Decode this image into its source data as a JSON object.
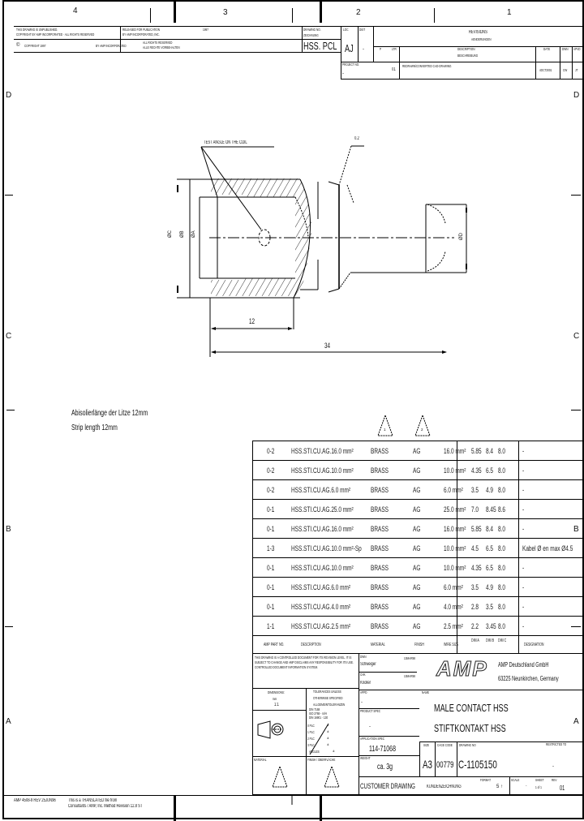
{
  "sheet": {
    "zone_columns": [
      "4",
      "3",
      "2",
      "1"
    ],
    "zone_rows_left": [
      "D",
      "C",
      "B",
      "A"
    ],
    "zone_rows_right": [
      "D",
      "C",
      "B",
      "A"
    ]
  },
  "header_block": {
    "notice_line1": "THIS DRAWING IS UNPUBLISHED.",
    "notice_line2": "COPYRIGHT BY AMP INCORPORATED - ALL RIGHTS RESERVED",
    "released_line1": "RELEASED FOR PUBLICATION",
    "released_line2": "BY AMP INCORPORATED, INC.",
    "released_year": "1997",
    "copyright_label": "COPYRIGHT 1997",
    "by_label": "BY AMP INCORPORATED",
    "rights_line1": "ALL RIGHTS RESERVED",
    "rights_line2": "ALLE RECHTE VORBEHALTEN",
    "drawing_label_1": "DRAWING NO.",
    "drawing_label_2": "ZEICHNUNG",
    "drawing_code": "HSS. PCL"
  },
  "revisions": {
    "loc_label": "LOC",
    "loc_value": "AJ",
    "dist_label": "DIST",
    "dist_value": "-",
    "title": "REVISIONS",
    "subtitle": "AENDERUNGEN",
    "columns": [
      "P",
      "LTR",
      "DESCRIPTION",
      "DATE",
      "DWN",
      "APVD"
    ],
    "columns_sub": [
      "",
      "",
      "BESCHREIBUNG",
      "",
      "",
      ""
    ],
    "project_label": "PROJECT NO.",
    "project_value": "-",
    "entries": [
      {
        "ltr": "01",
        "description": "REDRAWN/CONVERTED CAD-DRAWING",
        "date": "4OCT2001",
        "dwn": "CW",
        "apvd": "JT"
      }
    ]
  },
  "drawing": {
    "leader_label": "TEST ANGLE ON THE COIL",
    "detail_label": "0.2",
    "dim_diameter_c": "ØC",
    "dim_diameter_b": "ØB",
    "dim_diameter_a": "ØA",
    "dim_diameter_d": "ØD",
    "dim_strip": "12",
    "dim_total": "34"
  },
  "notes": {
    "line1": "Abisolierlänge der Litze 12mm",
    "line2": "Strip length 12mm"
  },
  "markers": {
    "material_triangle": "1",
    "finish_triangle": "2"
  },
  "parts_table": {
    "columns": [
      "AMP PART NO.",
      "DESCRIPTION",
      "MATERIAL",
      "FINISH",
      "WIRE SIZE",
      "DIM A",
      "DIM B",
      "DIM C",
      "DESIGNATION"
    ],
    "rows": [
      {
        "part": "0-2",
        "description": "HSS.STI.CU.AG.16.0 mm²",
        "material": "BRASS",
        "finish": "AG",
        "wire": "16.0 mm²",
        "a": "5.85",
        "b": "8.4",
        "c": "8.0",
        "designation": "-"
      },
      {
        "part": "0-2",
        "description": "HSS.STI.CU.AG.10.0 mm²",
        "material": "BRASS",
        "finish": "AG",
        "wire": "10.0 mm²",
        "a": "4.35",
        "b": "6.5",
        "c": "8.0",
        "designation": "-"
      },
      {
        "part": "0-2",
        "description": "HSS.STI.CU.AG.6.0 mm²",
        "material": "BRASS",
        "finish": "AG",
        "wire": "6.0 mm²",
        "a": "3.5",
        "b": "4.9",
        "c": "8.0",
        "designation": "-"
      },
      {
        "part": "0-1",
        "description": "HSS.STI.CU.AG.25.0 mm²",
        "material": "BRASS",
        "finish": "AG",
        "wire": "25.0 mm²",
        "a": "7.0",
        "b": "8.45",
        "c": "8.6",
        "designation": "-"
      },
      {
        "part": "0-1",
        "description": "HSS.STI.CU.AG.16.0 mm²",
        "material": "BRASS",
        "finish": "AG",
        "wire": "16.0 mm²",
        "a": "5.85",
        "b": "8.4",
        "c": "8.0",
        "designation": "-"
      },
      {
        "part": "1-3",
        "description": "HSS.STI.CU.AG.10.0 mm²-Sp",
        "material": "BRASS",
        "finish": "AG",
        "wire": "10.0 mm²",
        "a": "4.5",
        "b": "6.5",
        "c": "8.0",
        "designation": "Kabel Ø en max Ø4.5"
      },
      {
        "part": "0-1",
        "description": "HSS.STI.CU.AG.10.0 mm²",
        "material": "BRASS",
        "finish": "AG",
        "wire": "10.0 mm²",
        "a": "4.35",
        "b": "6.5",
        "c": "8.0",
        "designation": "-"
      },
      {
        "part": "0-1",
        "description": "HSS.STI.CU.AG.6.0 mm²",
        "material": "BRASS",
        "finish": "AG",
        "wire": "6.0 mm²",
        "a": "3.5",
        "b": "4.9",
        "c": "8.0",
        "designation": "-"
      },
      {
        "part": "0-1",
        "description": "HSS.STI.CU.AG.4.0 mm²",
        "material": "BRASS",
        "finish": "AG",
        "wire": "4.0 mm²",
        "a": "2.8",
        "b": "3.5",
        "c": "8.0",
        "designation": "-"
      },
      {
        "part": "1-1",
        "description": "HSS.STI.CU.AG.2.5 mm²",
        "material": "BRASS",
        "finish": "AG",
        "wire": "2.5 mm²",
        "a": "2.2",
        "b": "3.45",
        "c": "8.0",
        "designation": "-"
      }
    ]
  },
  "title_block": {
    "disclaimer": "THIS DRAWING IS A CONTROLLED DOCUMENT FOR ITS REVISION LEVEL. IT IS SUBJECT TO CHANGE AND AMP DISCLAIMS ANY RESPONSIBILITY FOR ITS USE. CONTROLLED DOCUMENT INFORMATION SYSTEM.",
    "dwn_label": "DWN",
    "dwn_value": "Schweiger",
    "dwn_date": "10MAR98",
    "chk_label": "CHK",
    "chk_value": "Knoller",
    "chk_date": "10MAR98",
    "company_line1": "AMP Deutschland GmbH",
    "company_line2": "63225 Neunkirchen, Germany",
    "logo_text": "AMP",
    "dimensions_label": "DIMENSIONS:",
    "dimensions_unit": "mm",
    "dimensions_value": "1:1",
    "tolerances_line1": "TOLERANCES UNLESS",
    "tolerances_line2": "OTHERWISE SPECIFIED",
    "tolerances_line3": "ALLGEMEINTOLERANZEN",
    "tol_items": [
      "DIN 7168",
      "ISO 2768 - m/H",
      "DIN 16901 - 130"
    ],
    "tol_places": [
      {
        "k": "0 PLC",
        "v": "±"
      },
      {
        "k": "1 PLC",
        "v": "±"
      },
      {
        "k": "2 PLC",
        "v": "±"
      },
      {
        "k": "3 PLC",
        "v": "±"
      }
    ],
    "angles_label": "ANGLES",
    "angles_value": "±",
    "appd_label": "APPD",
    "appd_value": "-",
    "name_label": "NAME",
    "title_en": "MALE CONTACT HSS",
    "title_de": "STIFTKONTAKT HSS",
    "product_spec_label": "PRODUCT SPEC",
    "product_spec_value": "-",
    "application_spec_label": "APPLICATION SPEC",
    "application_spec_value": "114-71068",
    "weight_label": "WEIGHT",
    "weight_value": "ca. 3g",
    "size_label": "SIZE",
    "size_value": "A3",
    "cage_label": "CAGE CODE",
    "cage_value": "00779",
    "drawing_no_label": "DRAWING NO",
    "drawing_no_value": "C-1105150",
    "restricted_label": "RESTRICTED TO",
    "restricted_value": "-",
    "material_label": "MATERIAL",
    "finish_label": "FINISH / OBERFLÄCHE",
    "customer_label": "CUSTOMER DRAWING",
    "customer_ref": "KUNDENZEICHNUNG",
    "format_label": "FORMAT",
    "format_value": "5 ↑",
    "scale_label": "SCALE",
    "scale_value": "-",
    "sheet_label": "SHEET",
    "sheet_value": "1 of 1",
    "rev_label": "REV",
    "rev_value": "01"
  },
  "footer": {
    "form_id": "AMP 4508-9 REV 25JUN96",
    "translated_line1": "This is a TRANSLATED file from",
    "translated_line2": "Consultants / AMP, Inc. Method Revision 12.8 ST"
  }
}
